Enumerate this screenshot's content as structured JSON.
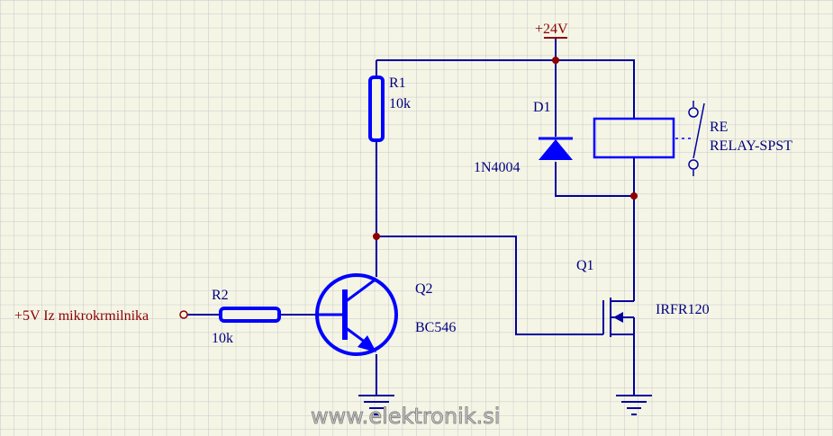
{
  "power_label": "+24V",
  "input_label": "+5V Iz mikrokrmilnika",
  "r1": {
    "ref": "R1",
    "value": "10k"
  },
  "r2": {
    "ref": "R2",
    "value": "10k"
  },
  "d1": {
    "ref": "D1",
    "value": "1N4004"
  },
  "q1": {
    "ref": "Q1",
    "value": "IRFR120"
  },
  "q2": {
    "ref": "Q2",
    "value": "BC546"
  },
  "relay": {
    "ref": "RE",
    "value": "RELAY-SPST"
  },
  "watermark": "www.elektronik.si",
  "colors": {
    "background": "#f5f5e6",
    "grid": "#c8c8c8",
    "wire": "#0000a0",
    "component": "#0000ff",
    "label": "#000080",
    "net_label": "#8b0000",
    "junction": "#8b0000"
  }
}
